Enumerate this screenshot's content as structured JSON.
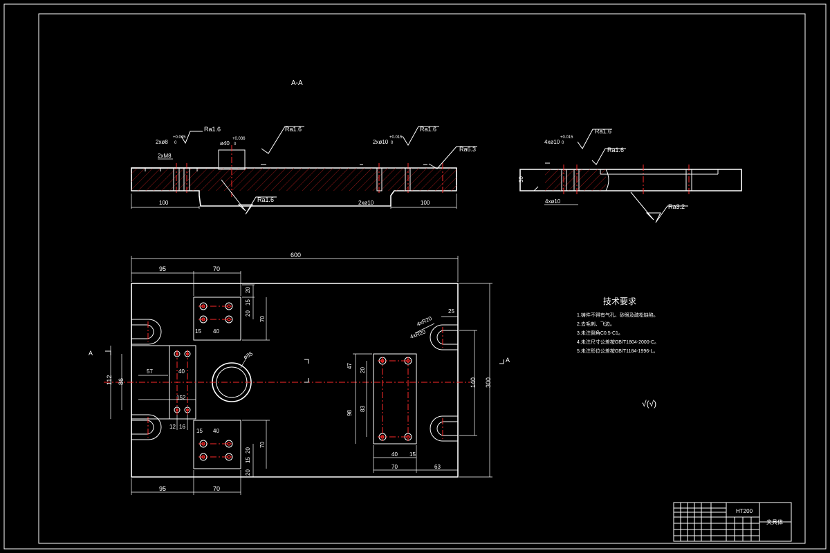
{
  "section_label": "A-A",
  "section_view": {
    "roughness": [
      "Ra1.6",
      "Ra1.6",
      "Ra1.6",
      "Ra6.3",
      "Ra1.6",
      "Ra1.6",
      "Ra1.6",
      "Ra3.2"
    ],
    "hole_callouts": [
      "2xø8",
      "+0.015",
      "0",
      "2xM8",
      "ø40",
      "+0.036",
      "0",
      "2xø10",
      "+0.015",
      "0",
      "4xø10",
      "+0.015",
      "0"
    ],
    "bottom_dims": [
      "100",
      "2xø10",
      "100",
      "4xø10"
    ],
    "thickness": "30"
  },
  "plan_view": {
    "overall_length": "600",
    "top_dims": [
      "95",
      "70"
    ],
    "bottom_dims": [
      "95",
      "70"
    ],
    "left_dims": [
      "112",
      "86"
    ],
    "right_dims": [
      "140",
      "300"
    ],
    "pad_dims_top": [
      "20",
      "15",
      "20",
      "70",
      "15",
      "40"
    ],
    "pad_dims_bottom": [
      "15",
      "40",
      "70",
      "20",
      "15",
      "20"
    ],
    "left_pad_dims": [
      "57",
      "40",
      "152",
      "12",
      "16"
    ],
    "bore": "ø85",
    "right_pad_dims": [
      "47",
      "20",
      "83",
      "98",
      "40",
      "15",
      "70",
      "63"
    ],
    "slot_callouts": [
      "4xR20",
      "4xR20",
      "25"
    ],
    "section_marks": [
      "A",
      "A"
    ]
  },
  "tech_requirements": {
    "title": "技术要求",
    "items": [
      "1.铸件不得有气孔、砂眼及疏松缺陷。",
      "2.去毛刺、飞边。",
      "3.未注倒角C0.5-C1。",
      "4.未注尺寸公差按GB/T1804-2000-C。",
      "5.未注形位公差按GB/T1184-1996-L。"
    ]
  },
  "roughness_symbol": "√(√)",
  "title_block": {
    "part_no": "HT200",
    "name": "夹具体"
  }
}
